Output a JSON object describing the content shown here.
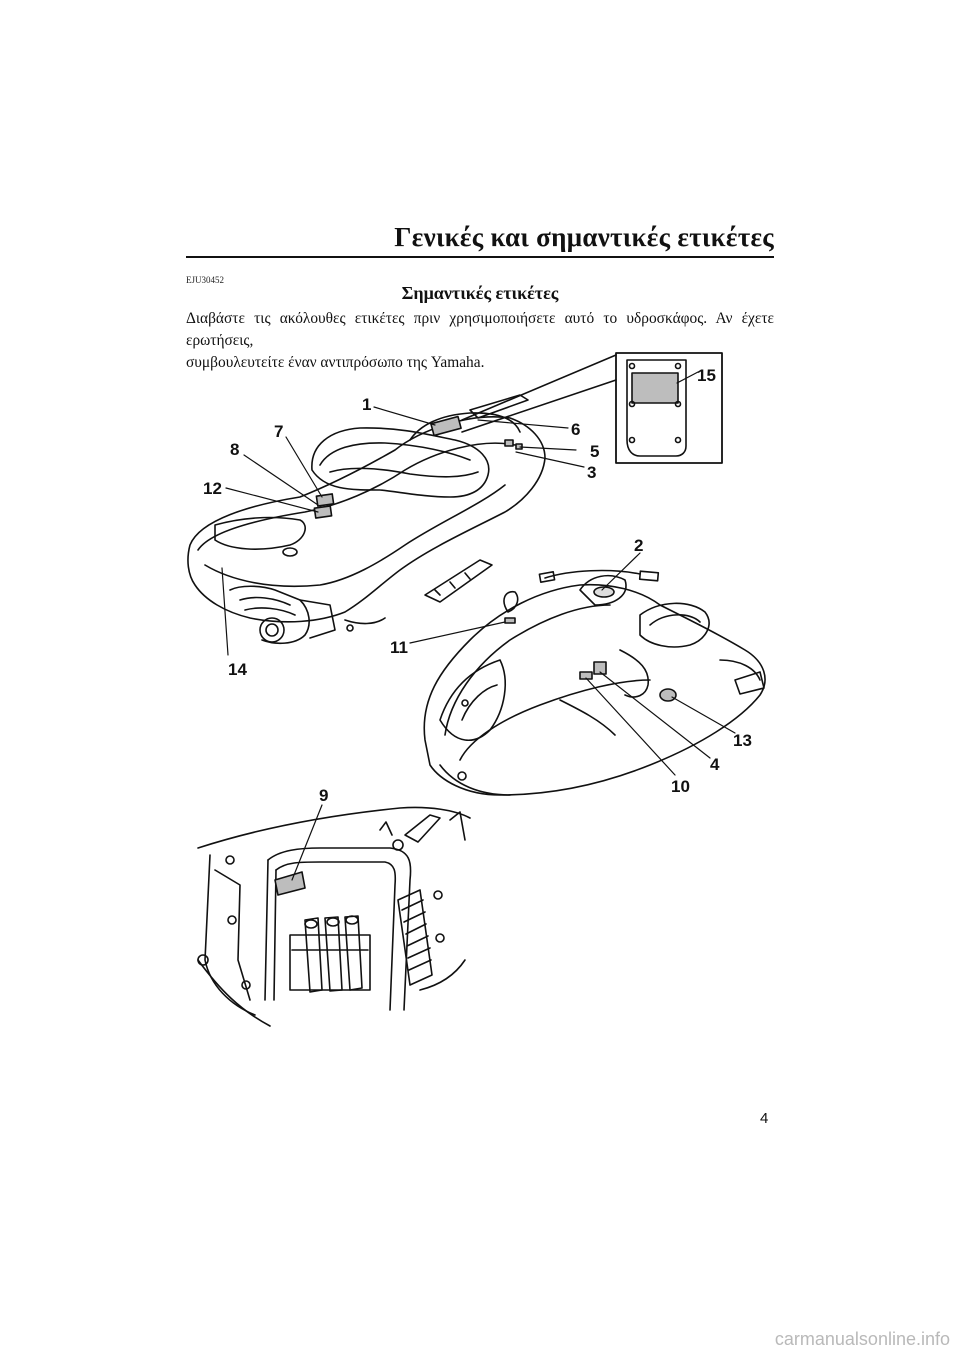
{
  "page": {
    "header_title": "Γενικές και σημαντικές ετικέτες",
    "ref_code": "EJU30452",
    "section_title": "Σημαντικές ετικέτες",
    "intro_line1": "Διαβάστε τις ακόλουθες ετικέτες πριν χρησιμοποιήσετε αυτό το υδροσκάφος. Αν έχετε ερωτήσεις,",
    "intro_line2": "συμβουλευτείτε έναν αντιπρόσωπο της Yamaha.",
    "page_number": "4",
    "watermark": "carmanualsonline.info"
  },
  "figure": {
    "callouts": [
      "1",
      "2",
      "3",
      "4",
      "5",
      "6",
      "7",
      "8",
      "9",
      "10",
      "11",
      "12",
      "13",
      "14",
      "15"
    ],
    "icons": [
      "watercraft-rear-view",
      "watercraft-front-view",
      "storage-compartment-view",
      "label-detail-inset"
    ]
  }
}
